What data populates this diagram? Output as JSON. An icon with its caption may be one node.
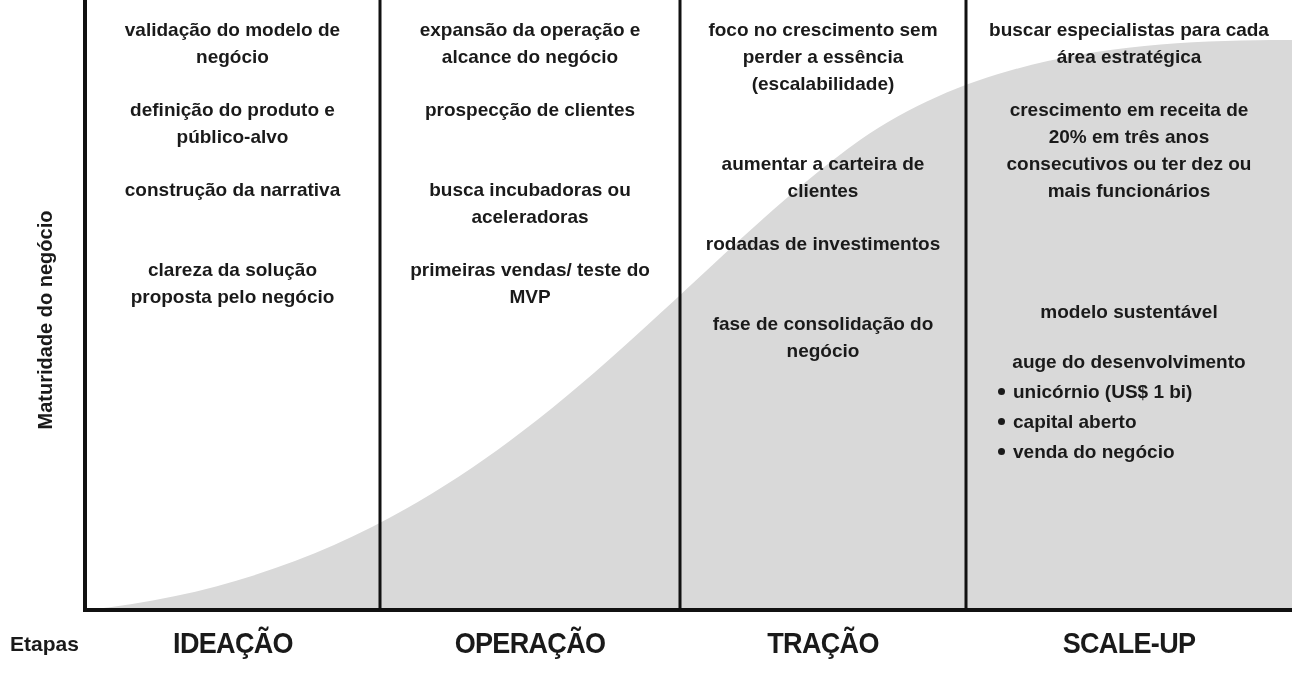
{
  "diagram": {
    "labels": [
      "Maturidade do negócio",
      "validação do modelo de negócio",
      "definição do produto e público-alvo",
      "construção da narrativa",
      "clareza da solução proposta pelo negócio",
      "expansão da operação e alcance do negócio",
      "prospecção de clientes",
      "busca incubadoras ou aceleradoras",
      "primeiras vendas/ teste do MVP",
      "foco no crescimento sem perder a essência (escalabilidade)",
      "aumentar a carteira de clientes",
      "rodadas de investimentos",
      "fase de consolidação do negócio",
      "buscar especialistas para cada área estratégica",
      "crescimento em receita de 20% em três anos consecutivos ou ter dez ou mais funcionários",
      "modelo sustentável",
      "auge do desenvolvimento",
      "unicórnio (US$ 1 bi)",
      "capital aberto",
      "venda do negócio",
      "Etapas",
      "IDEAÇÃO",
      "OPERAÇÃO",
      "TRAÇÃO",
      "SCALE-UP"
    ]
  }
}
